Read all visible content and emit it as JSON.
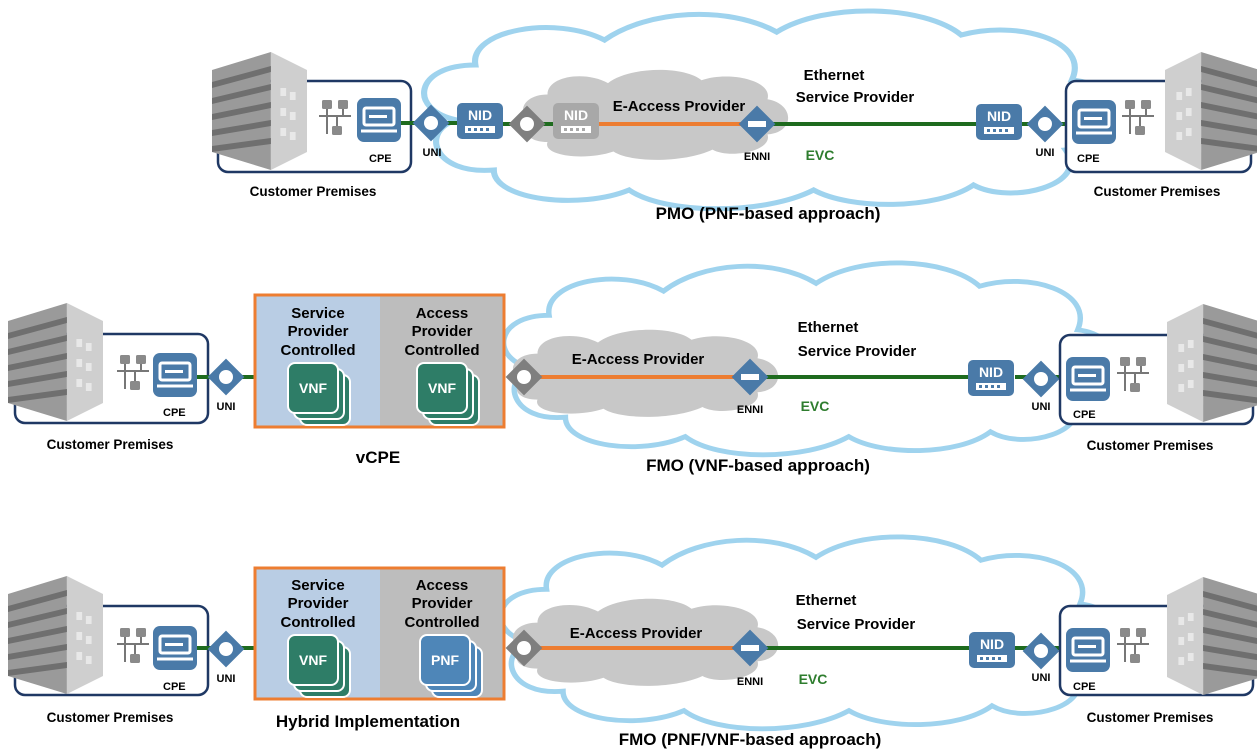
{
  "colors": {
    "blue": "#4a7aa8",
    "navy": "#1f3864",
    "orange": "#ed7d31",
    "green": "#1e6b1e",
    "evc_text": "#2e7d2e",
    "cloud_outer": "#9fd3ee",
    "cloud_inner": "#c8c8c8",
    "sp_panel": "#b9cde4",
    "ap_panel": "#bdbdbd",
    "vnf": "#2e7d67",
    "pnf": "#4e86b8"
  },
  "icons": [
    "building-icon",
    "network-switch-icon",
    "cpe-router-icon",
    "uni-diamond-icon",
    "enni-diamond-icon",
    "nid-box-icon",
    "vnf-stack-icon",
    "pnf-stack-icon",
    "cloud-icon"
  ],
  "labels": {
    "customer_premises": "Customer Premises",
    "cpe": "CPE",
    "uni": "UNI",
    "nid": "NID",
    "enni": "ENNI",
    "evc": "EVC",
    "e_access_provider": "E-Access Provider",
    "ethernet_line1": "Ethernet",
    "ethernet_line2": "Service Provider",
    "sp_ctrl_1": "Service",
    "sp_ctrl_2": "Provider",
    "sp_ctrl_3": "Controlled",
    "ap_ctrl_1": "Access",
    "ap_ctrl_2": "Provider",
    "ap_ctrl_3": "Controlled",
    "vnf": "VNF",
    "pnf": "PNF"
  },
  "captions": {
    "pmo": "PMO (PNF-based approach)",
    "vcpe": "vCPE",
    "fmo_vnf": "FMO (VNF-based approach)",
    "hybrid": "Hybrid Implementation",
    "fmo_pnf_vnf": "FMO (PNF/VNF-based approach)"
  }
}
